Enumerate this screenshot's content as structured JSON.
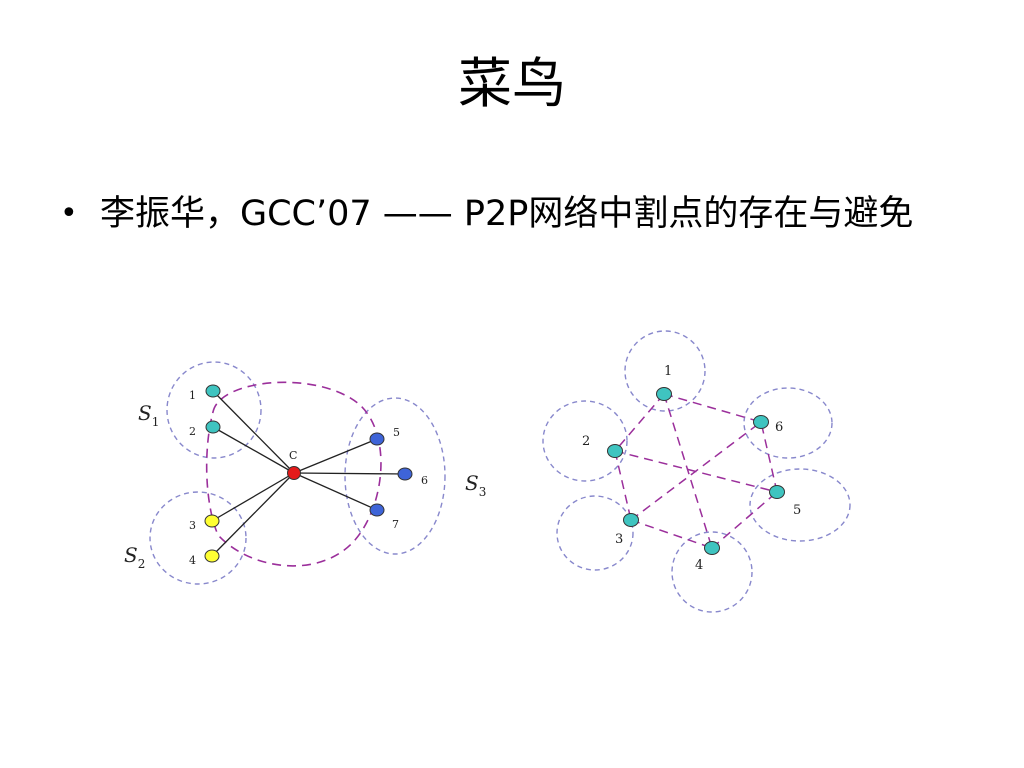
{
  "slide": {
    "title": "菜鸟",
    "bullet": "李振华，GCC’07 —— P2P网络中割点的存在与避免"
  },
  "colors": {
    "cluster_circle": "#8888cc",
    "purple_dashed": "#9b2f9b",
    "teal_node": "#3fc4c0",
    "red_node": "#e41a1a",
    "yellow_node": "#ffff33",
    "blue_node": "#3e64d8",
    "edge": "#222222"
  },
  "left_diagram": {
    "center_label": "C",
    "nodes": [
      {
        "id": "1",
        "label": "1",
        "color": "teal"
      },
      {
        "id": "2",
        "label": "2",
        "color": "teal"
      },
      {
        "id": "3",
        "label": "3",
        "color": "yellow"
      },
      {
        "id": "4",
        "label": "4",
        "color": "yellow"
      },
      {
        "id": "5",
        "label": "5",
        "color": "blue"
      },
      {
        "id": "6",
        "label": "6",
        "color": "blue"
      },
      {
        "id": "7",
        "label": "7",
        "color": "blue"
      }
    ],
    "groups": [
      {
        "name": "S",
        "sub": "1"
      },
      {
        "name": "S",
        "sub": "2"
      },
      {
        "name": "S",
        "sub": "3"
      }
    ]
  },
  "right_diagram": {
    "nodes": [
      {
        "id": "1",
        "label": "1"
      },
      {
        "id": "2",
        "label": "2"
      },
      {
        "id": "3",
        "label": "3"
      },
      {
        "id": "4",
        "label": "4"
      },
      {
        "id": "5",
        "label": "5"
      },
      {
        "id": "6",
        "label": "6"
      }
    ],
    "edges": [
      [
        "1",
        "2"
      ],
      [
        "1",
        "6"
      ],
      [
        "1",
        "4"
      ],
      [
        "2",
        "3"
      ],
      [
        "2",
        "5"
      ],
      [
        "3",
        "4"
      ],
      [
        "3",
        "6"
      ],
      [
        "4",
        "5"
      ],
      [
        "5",
        "6"
      ]
    ]
  }
}
